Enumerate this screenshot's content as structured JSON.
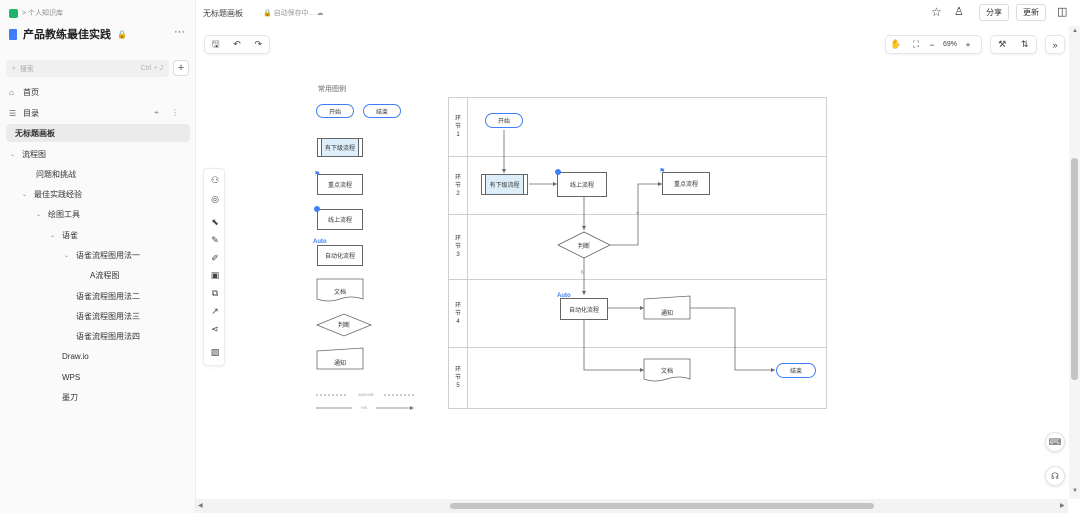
{
  "sidebar": {
    "breadcrumb": "> 个人知识库",
    "kb_title": "产品教练最佳实践",
    "kb_lock": "🔒",
    "more": "···",
    "search_placeholder": "搜索",
    "search_shortcut": "Ctrl + J",
    "plus": "+",
    "home": "首页",
    "toc": "目录",
    "active_doc": "无标题画板",
    "tree": [
      {
        "label": "流程图",
        "caret": "⌄"
      },
      {
        "label": "问题和挑战",
        "caret": ""
      },
      {
        "label": "最佳实践经验",
        "caret": "⌄"
      },
      {
        "label": "绘图工具",
        "caret": "⌄"
      },
      {
        "label": "语雀",
        "caret": "⌄"
      },
      {
        "label": "语雀流程图用法一",
        "caret": "⌄"
      },
      {
        "label": "A流程图",
        "caret": ""
      },
      {
        "label": "语雀流程图用法二",
        "caret": ""
      },
      {
        "label": "语雀流程图用法三",
        "caret": ""
      },
      {
        "label": "语雀流程图用法四",
        "caret": ""
      },
      {
        "label": "Draw.io",
        "caret": ""
      },
      {
        "label": "WPS",
        "caret": ""
      },
      {
        "label": "墨刀",
        "caret": ""
      }
    ]
  },
  "topbar": {
    "doc_title": "无标题画板",
    "saving": "🔒 自动保存中... ☁",
    "share": "分享",
    "update": "更新"
  },
  "toolbar": {
    "zoom": "69%",
    "minus": "−",
    "plus": "+",
    "collapse": "»"
  },
  "legend": {
    "title": "常用图例",
    "start": "开始",
    "end": "结束",
    "subprocess": "有下级流程",
    "key_process": "重点流程",
    "online_process": "线上流程",
    "auto": "Auto",
    "auto_process": "自动化流程",
    "document": "文档",
    "decision": "判断",
    "notify": "通知",
    "and_or": "AND/OR",
    "yes_no": "Y/N"
  },
  "swimlane": {
    "lanes": [
      "环\n节\n1",
      "环\n节\n2",
      "环\n节\n3",
      "环\n节\n4",
      "环\n节\n5"
    ],
    "start": "开始",
    "subprocess": "有下级流程",
    "online": "线上流程",
    "key": "重点流程",
    "decision": "判断",
    "yes": "Y",
    "no": "N",
    "auto": "Auto",
    "auto_process": "自动化流程",
    "notify": "通知",
    "document": "文档",
    "end": "结束"
  },
  "colors": {
    "accent": "#3e7ff7",
    "subprocess_fill": "#dceefa"
  }
}
